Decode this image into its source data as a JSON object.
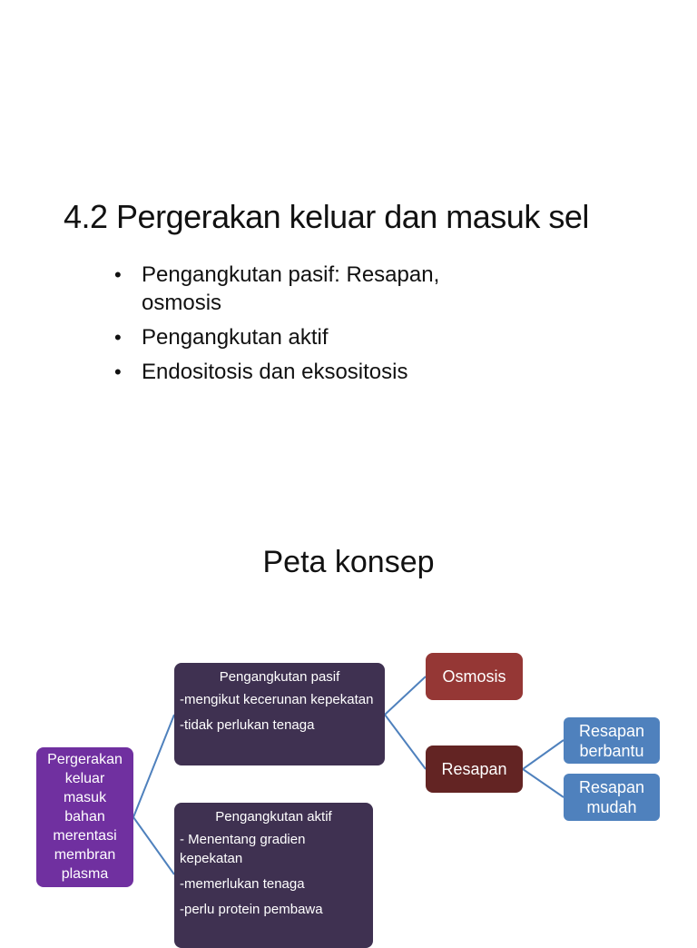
{
  "slide1": {
    "title": "4.2 Pergerakan keluar dan masuk sel",
    "bullet_symbol": "•",
    "bullets": [
      "Pengangkutan pasif: Resapan, osmosis",
      "Pengangkutan aktif",
      "Endositosis dan eksositosis"
    ]
  },
  "slide2": {
    "title": "Peta konsep",
    "colors": {
      "root": "#7030a0",
      "category": "#3f3151",
      "osmosis": "#953735",
      "resapan": "#632423",
      "subtype": "#4f81bd",
      "connector": "#4f81bd"
    },
    "root": {
      "lines": [
        "Pergerakan",
        "keluar",
        "masuk",
        "bahan",
        "merentasi",
        "membran",
        "plasma"
      ]
    },
    "pasif": {
      "header": "Pengangkutan pasif",
      "points": [
        "-mengikut kecerunan kepekatan",
        "-tidak perlukan tenaga"
      ]
    },
    "aktif": {
      "header": "Pengangkutan aktif",
      "points": [
        "- Menentang gradien kepekatan",
        "-memerlukan tenaga",
        "-perlu protein pembawa"
      ]
    },
    "osmosis": "Osmosis",
    "resapan": "Resapan",
    "resapan_berbantu": [
      "Resapan",
      "berbantu"
    ],
    "resapan_mudah": [
      "Resapan",
      "mudah"
    ]
  }
}
